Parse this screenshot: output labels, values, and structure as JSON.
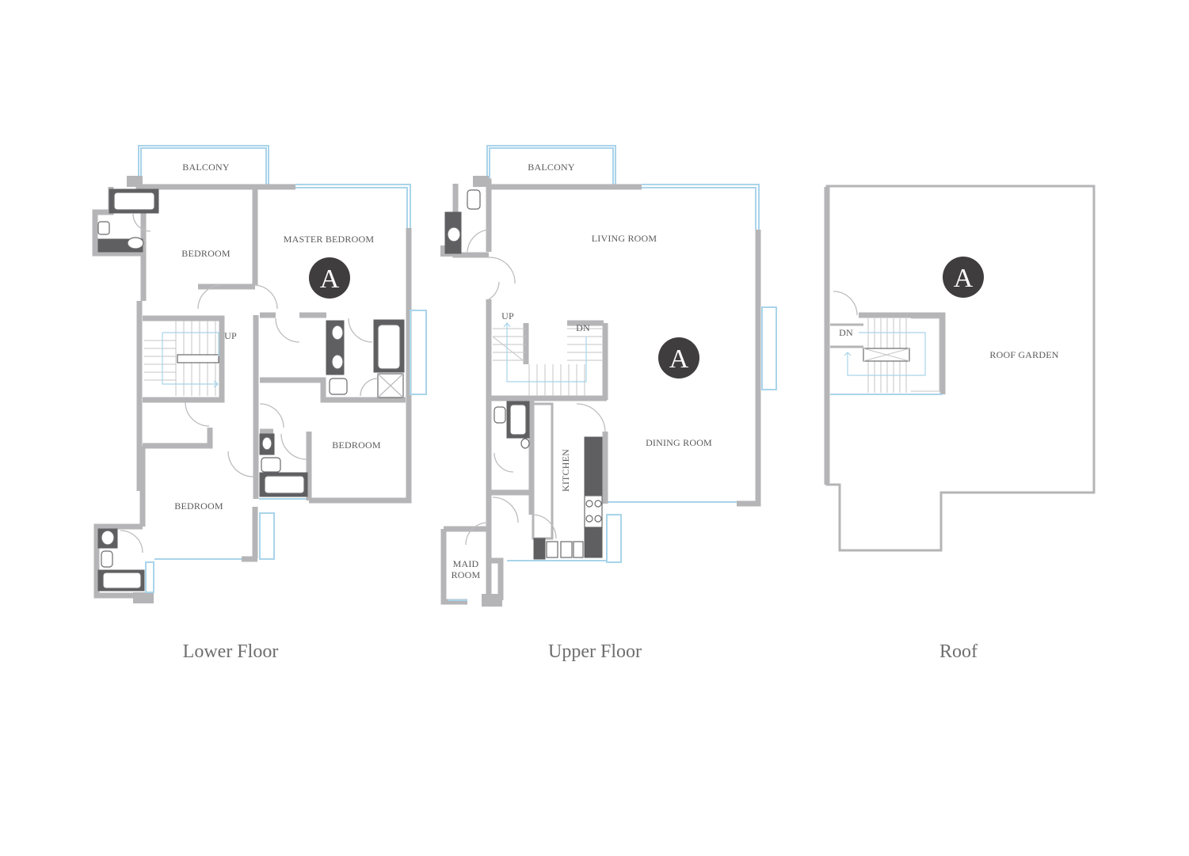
{
  "floors": [
    {
      "title": "Lower Floor",
      "rooms": {
        "balcony": "BALCONY",
        "bedroom_nw": "BEDROOM",
        "master_bedroom": "MASTER BEDROOM",
        "stairs_up": "UP",
        "bedroom_e": "BEDROOM",
        "bedroom_sw": "BEDROOM"
      },
      "badge": "A"
    },
    {
      "title": "Upper Floor",
      "rooms": {
        "balcony": "BALCONY",
        "living_room": "LIVING ROOM",
        "stairs_up": "UP",
        "stairs_dn": "DN",
        "kitchen": "KITCHEN",
        "dining_room": "DINING ROOM",
        "maid_room_line1": "MAID",
        "maid_room_line2": "ROOM"
      },
      "badge": "A"
    },
    {
      "title": "Roof",
      "rooms": {
        "stairs_dn": "DN",
        "roof_garden": "ROOF GARDEN"
      },
      "badge": "A"
    }
  ],
  "colors": {
    "wall": "#b5b5b7",
    "glazing": "#a9d4ea",
    "fixture": "#5f5f61",
    "badge": "#403d3e"
  }
}
